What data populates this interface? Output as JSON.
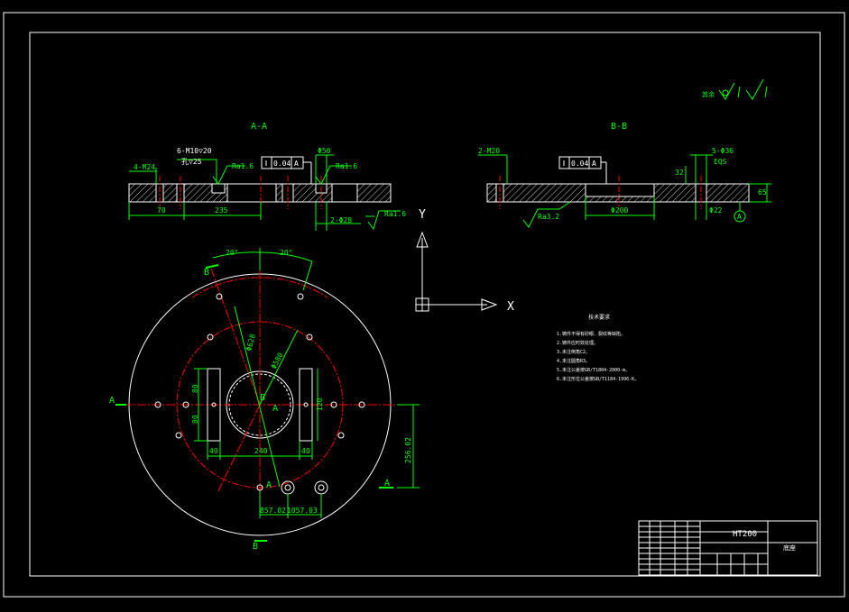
{
  "colors": {
    "background": "#000000",
    "outline": "#ffffff",
    "dimension": "#00ff00",
    "centerline": "#ff0000",
    "hatch": "#c8c8c8"
  },
  "drawing": {
    "section_aa_title": "A-A",
    "section_bb_title": "B-B",
    "material": "HT200",
    "part_name": "底座",
    "roughness_note": "其余",
    "tech_requirements_title": "技术要求",
    "tech_requirements": [
      "1.铸件不得有砂眼、裂纹等缺陷。",
      "2.铸件应时效处理。",
      "3.未注倒角C2。",
      "4.未注圆角R3。",
      "5.未注公差按GB/T1804-2000-m。",
      "6.未注形位公差按GB/T1184-1996-K。"
    ],
    "axis_y": "Y",
    "axis_x": "X",
    "labels": {
      "holes_6": "6-M10▽20",
      "cbore": "孔▽25",
      "holes_4": "4-M24",
      "ra16_a": "Ra1.6",
      "ra16_b": "Ra1.6",
      "ra16_c": "Ra1.6",
      "ra32": "Ra3.2",
      "phi50": "Φ50",
      "holes_2_phi28": "2-Φ28",
      "dim_70": "70",
      "dim_235": "235",
      "flat_tol_a": "0.04",
      "flat_ref_a": "A",
      "holes_2_m20": "2-M20",
      "holes_5_phi36": "5-Φ36",
      "eqs": "EQS",
      "dim_32": "32",
      "dim_65": "65",
      "phi200": "Φ200",
      "phi22": "Φ22",
      "flat_tol_b": "0.04",
      "flat_ref_b": "A",
      "datum_a": "A",
      "angle_1": "20°",
      "angle_2": "20°",
      "phi_lg": "Φ628",
      "phi_sm": "Φ580",
      "dim_80a": "80",
      "dim_80b": "80",
      "dim_120": "120",
      "dim_40a": "40",
      "dim_240": "240",
      "dim_40b": "40",
      "dim_256": "256.02",
      "dim_857": "857.02",
      "dim_1057": "1057.03",
      "sec_a_left": "A",
      "sec_a_right": "A",
      "sec_a_bottom": "A",
      "sec_b_top": "B",
      "sec_b_bottom": "B",
      "center_b": "B",
      "center_a": "A"
    }
  }
}
